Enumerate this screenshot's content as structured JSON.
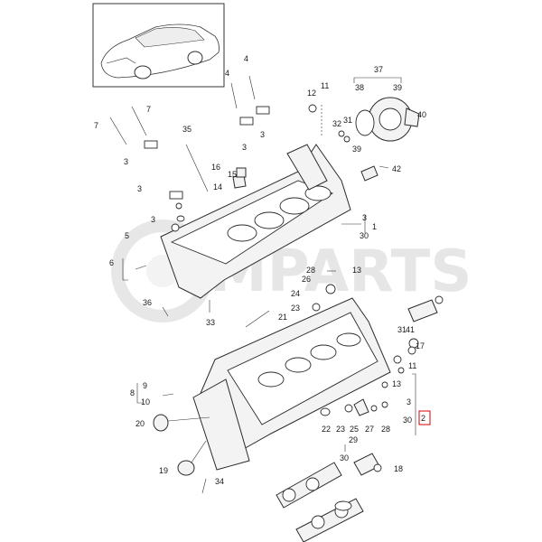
{
  "diagram": {
    "watermark": "MPARTS",
    "highlighted_callout": "2",
    "callouts": {
      "c1": "1",
      "c2": "2",
      "c3a": "3",
      "c3b": "3",
      "c3c": "3",
      "c3d": "3",
      "c3e": "3",
      "c3f": "3",
      "c3g": "3",
      "c4a": "4",
      "c4b": "4",
      "c5": "5",
      "c6": "6",
      "c7a": "7",
      "c7b": "7",
      "c8": "8",
      "c9": "9",
      "c10": "10",
      "c11a": "11",
      "c11b": "11",
      "c12": "12",
      "c13a": "13",
      "c13b": "13",
      "c14": "14",
      "c15": "15",
      "c16": "16",
      "c17": "17",
      "c18": "18",
      "c19": "19",
      "c20": "20",
      "c21": "21",
      "c22": "22",
      "c23a": "23",
      "c23b": "23",
      "c24": "24",
      "c25": "25",
      "c26": "26",
      "c27": "27",
      "c28a": "28",
      "c28b": "28",
      "c29": "29",
      "c30a": "30",
      "c30b": "30",
      "c30c": "30",
      "c31a": "31",
      "c31b": "31",
      "c32": "32",
      "c33": "33",
      "c34": "34",
      "c35": "35",
      "c36": "36",
      "c37": "37",
      "c38": "38",
      "c39a": "39",
      "c39b": "39",
      "c40": "40",
      "c41": "41",
      "c42": "42"
    }
  }
}
